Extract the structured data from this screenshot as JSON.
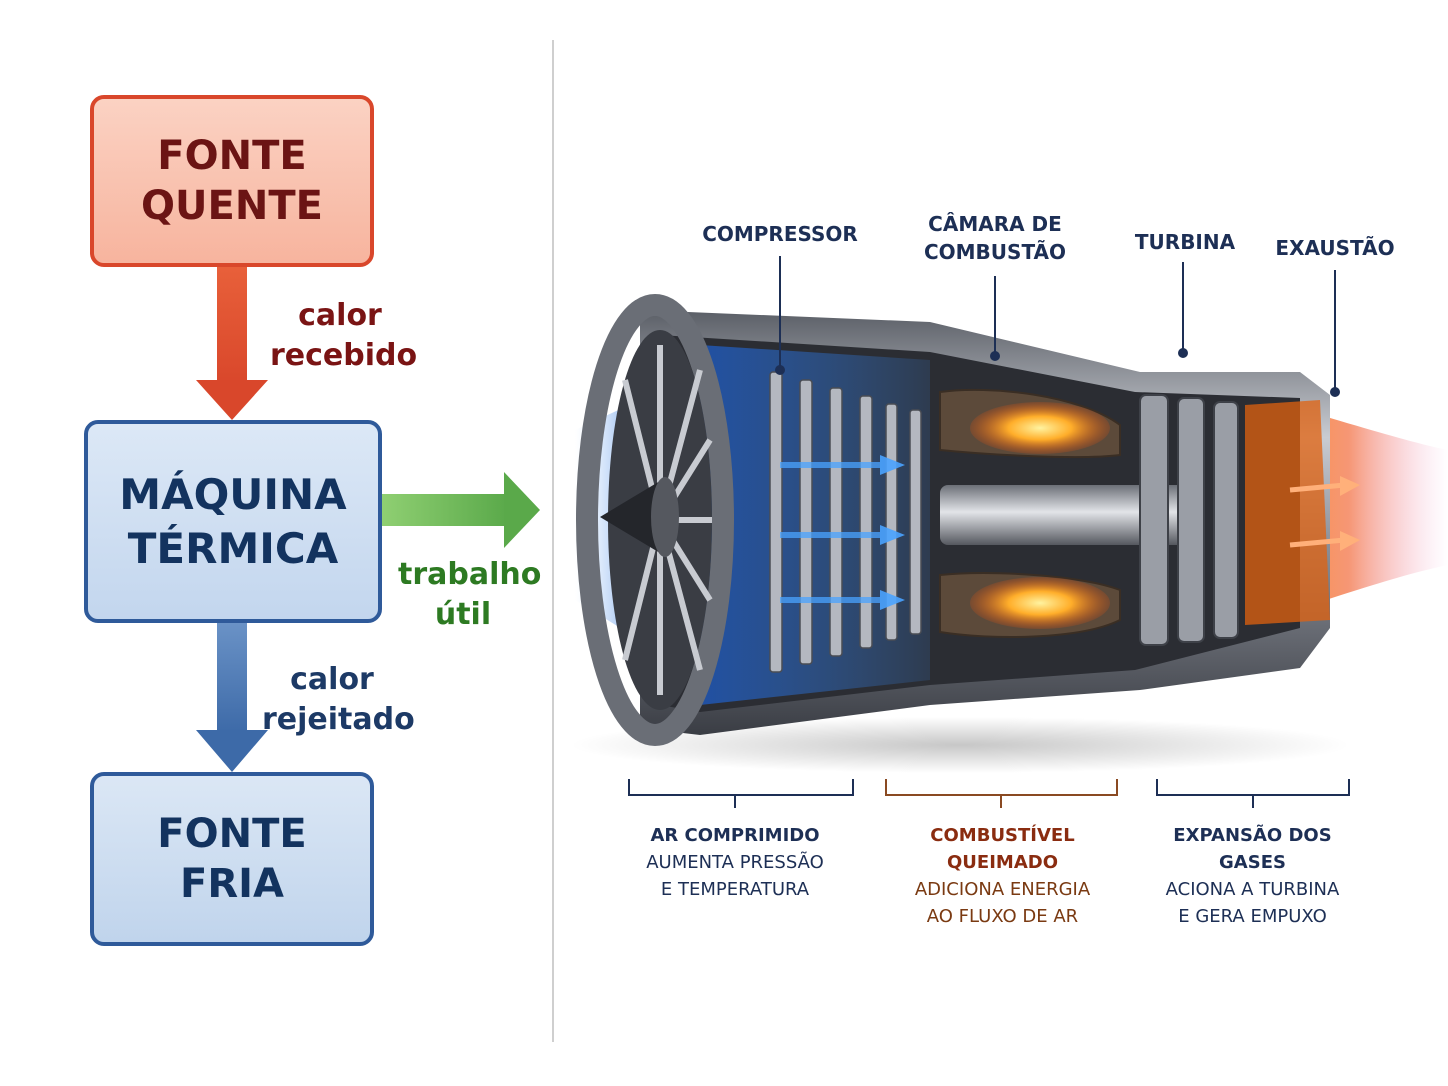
{
  "left": {
    "hot_source": [
      "FONTE",
      "QUENTE"
    ],
    "heat_engine": [
      "MÁQUINA",
      "TÉRMICA"
    ],
    "cold_source": [
      "FONTE",
      "FRIA"
    ],
    "heat_in": [
      "calor",
      "recebido"
    ],
    "work_out": [
      "trabalho",
      "útil"
    ],
    "heat_out": [
      "calor",
      "rejeitado"
    ]
  },
  "engine": {
    "parts": {
      "compressor": "COMPRESSOR",
      "combustion": [
        "CÂMARA DE",
        "COMBUSTÃO"
      ],
      "turbine": "TURBINA",
      "exhaust": "EXAUSTÃO"
    },
    "stages": [
      {
        "title": "AR COMPRIMIDO",
        "lines": [
          "AUMENTA PRESSÃO",
          "E TEMPERATURA"
        ]
      },
      {
        "title": "COMBUSTÍVEL QUEIMADO",
        "lines": [
          "ADICIONA ENERGIA",
          "AO FLUXO DE AR"
        ]
      },
      {
        "title": "EXPANSÃO DOS GASES",
        "lines": [
          "ACIONA A TURBINA",
          "E GERA EMPUXO"
        ]
      }
    ]
  },
  "colors": {
    "hot": "#d9472b",
    "cold": "#2f5a9a",
    "work": "#4a9a3a",
    "dark_navy": "#1d2f55",
    "fuel_brown": "#8a2c10"
  }
}
